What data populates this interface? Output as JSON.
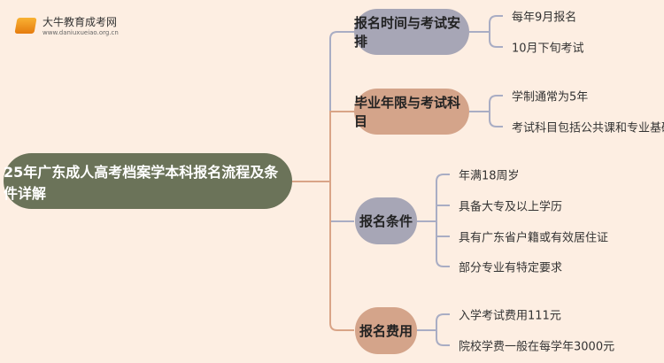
{
  "logo": {
    "title": "大牛教育成考网",
    "url": "www.daniuxueiao.org.cn"
  },
  "root": {
    "label": "25年广东成人高考档案学本科报名流程及条件详解"
  },
  "branches": [
    {
      "label": "报名时间与考试安排",
      "leaves": [
        "每年9月报名",
        "10月下旬考试"
      ]
    },
    {
      "label": "毕业年限与考试科目",
      "leaves": [
        "学制通常为5年",
        "考试科目包括公共课和专业基础课"
      ]
    },
    {
      "label": "报名条件",
      "leaves": [
        "年满18周岁",
        "具备大专及以上学历",
        "具有广东省户籍或有效居住证",
        "部分专业有特定要求"
      ]
    },
    {
      "label": "报名费用",
      "leaves": [
        "入学考试费用111元",
        "院校学费一般在每学年3000元"
      ]
    }
  ],
  "colors": {
    "root": "#6b7359",
    "grey": "#a7a6b6",
    "tan": "#d4a48a",
    "grey_line": "#a9adc4",
    "tan_line": "#d9a487"
  }
}
